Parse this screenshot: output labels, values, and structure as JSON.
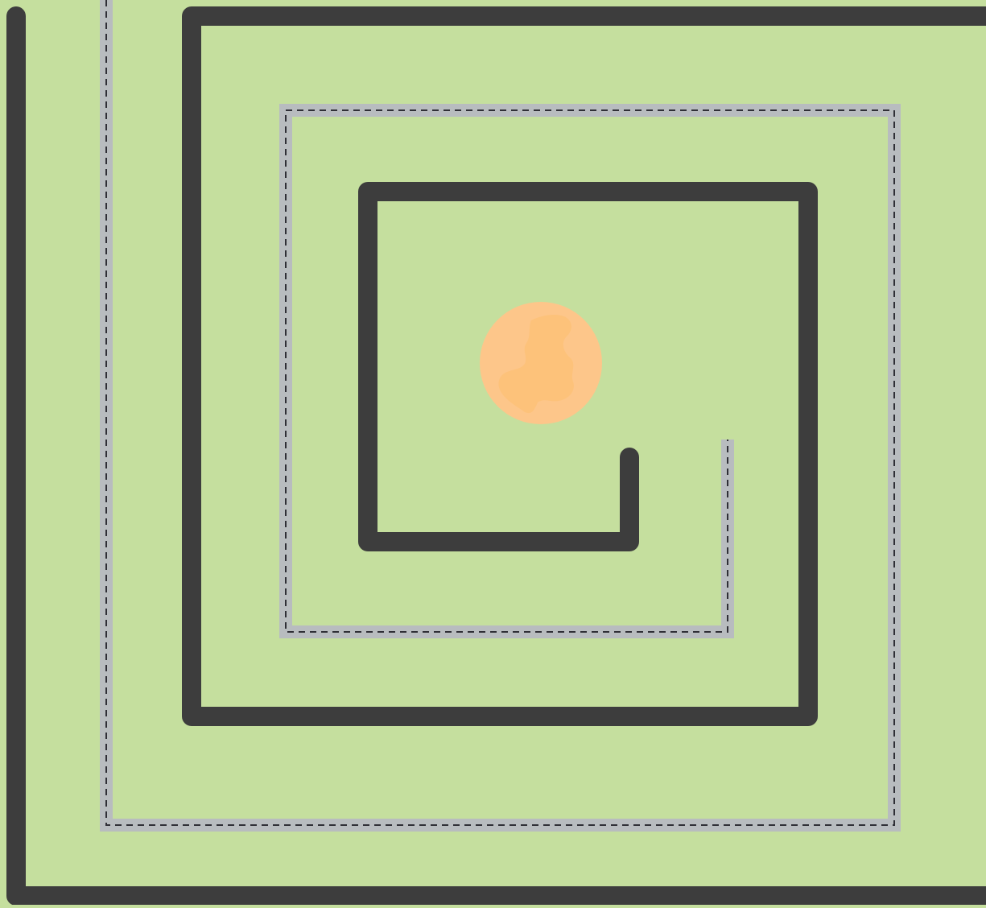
{
  "colors": {
    "grass": "#c5df9e",
    "wall": "#3d3d3d",
    "path_border": "#b8bcbf",
    "path_dash": "#2f2f36",
    "goal": "#fdc68a",
    "goal_spot": "#fdc27a"
  },
  "maze": {
    "walls": [
      {
        "name": "maze-wall-outer",
        "icon": "spiral-wall"
      },
      {
        "name": "maze-wall-middle",
        "icon": "spiral-wall"
      },
      {
        "name": "maze-wall-inner",
        "icon": "spiral-wall"
      }
    ],
    "trail": {
      "name": "dashed-trail",
      "icon": "footpath"
    },
    "goal": {
      "name": "goal-coin",
      "icon": "orange-coin"
    }
  }
}
